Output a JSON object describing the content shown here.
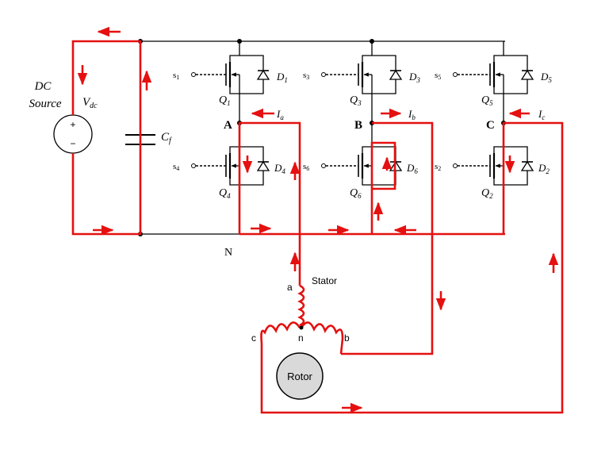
{
  "source": {
    "label_line1": "DC",
    "label_line2": "Source",
    "voltage_symbol": "V",
    "voltage_sub": "dc",
    "plus": "+",
    "minus": "−"
  },
  "capacitor": {
    "symbol": "C",
    "sub": "f"
  },
  "nodes": {
    "a": "A",
    "b": "B",
    "c": "C",
    "neutral": "N"
  },
  "currents": {
    "a": {
      "symbol": "I",
      "sub": "a"
    },
    "b": {
      "symbol": "I",
      "sub": "b"
    },
    "c": {
      "symbol": "I",
      "sub": "c"
    }
  },
  "switches": {
    "q1": {
      "label": "Q",
      "sub": "1",
      "gate": "s",
      "gate_sub": "1",
      "diode": "D",
      "diode_sub": "1"
    },
    "q3": {
      "label": "Q",
      "sub": "3",
      "gate": "s",
      "gate_sub": "3",
      "diode": "D",
      "diode_sub": "3"
    },
    "q5": {
      "label": "Q",
      "sub": "5",
      "gate": "s",
      "gate_sub": "5",
      "diode": "D",
      "diode_sub": "5"
    },
    "q4": {
      "label": "Q",
      "sub": "4",
      "gate": "s",
      "gate_sub": "4",
      "diode": "D",
      "diode_sub": "4"
    },
    "q6": {
      "label": "Q",
      "sub": "6",
      "gate": "s",
      "gate_sub": "6",
      "diode": "D",
      "diode_sub": "6"
    },
    "q2": {
      "label": "Q",
      "sub": "2",
      "gate": "s",
      "gate_sub": "2",
      "diode": "D",
      "diode_sub": "2"
    }
  },
  "motor": {
    "stator_label": "Stator",
    "rotor_label": "Rotor",
    "phase_a": "a",
    "phase_b": "b",
    "phase_c": "c",
    "neutral": "n"
  },
  "colors": {
    "current_path": "#e51010",
    "wire": "#000000",
    "rotor_fill": "#d9d9d9"
  }
}
